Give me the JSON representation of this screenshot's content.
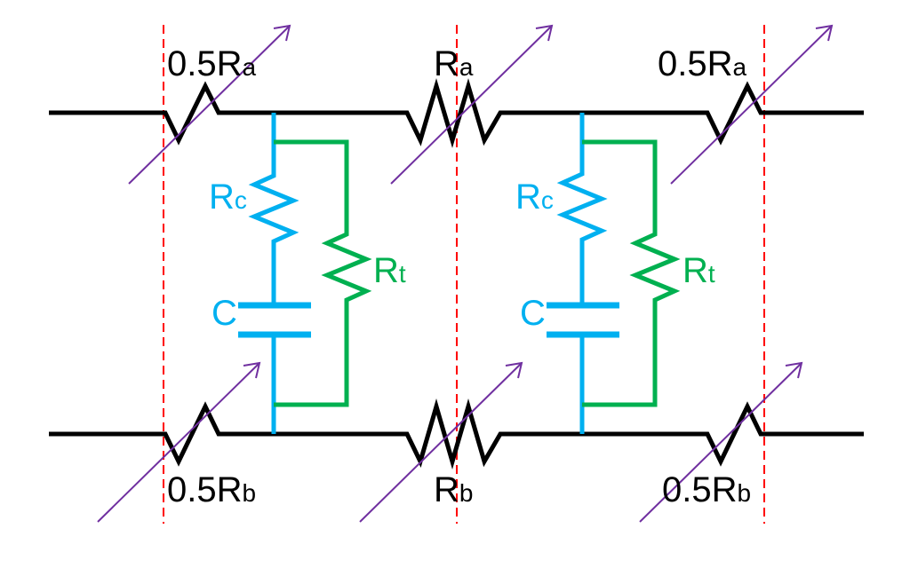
{
  "colors": {
    "rail": "#000000",
    "branch_rc": "#00b0f0",
    "branch_rt": "#00b050",
    "arrow": "#7030a0",
    "boundary": "#ff0000"
  },
  "labels": {
    "top_left": {
      "main": "0.5R",
      "sub": "a"
    },
    "top_mid": {
      "main": "R",
      "sub": "a"
    },
    "top_right": {
      "main": "0.5R",
      "sub": "a"
    },
    "bot_left": {
      "main": "0.5R",
      "sub": "b"
    },
    "bot_mid": {
      "main": "R",
      "sub": "b"
    },
    "bot_right": {
      "main": "0.5R",
      "sub": "b"
    },
    "cell1": {
      "rc": {
        "main": "R",
        "sub": "c"
      },
      "rt": {
        "main": "R",
        "sub": "t"
      },
      "c": "C"
    },
    "cell2": {
      "rc": {
        "main": "R",
        "sub": "c"
      },
      "rt": {
        "main": "R",
        "sub": "t"
      },
      "c": "C"
    }
  }
}
